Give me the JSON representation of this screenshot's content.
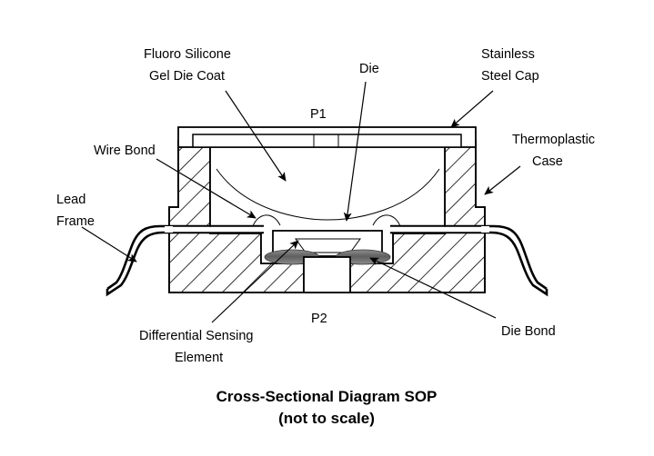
{
  "figure": {
    "title": "Cross-Sectional Diagram SOP",
    "subtitle": "(not to scale)",
    "type": "technical-cross-section-diagram",
    "background_color": "#ffffff",
    "line_color": "#000000",
    "die_bond_color": "#6e6e6e"
  },
  "callouts": {
    "fluoro_silicone": {
      "line1": "Fluoro Silicone",
      "line2": "Gel Die Coat"
    },
    "die": {
      "line1": "Die"
    },
    "stainless_steel_cap": {
      "line1": "Stainless",
      "line2": "Steel Cap"
    },
    "thermoplastic_case": {
      "line1": "Thermoplastic",
      "line2": "Case"
    },
    "wire_bond": {
      "line1": "Wire Bond"
    },
    "lead_frame": {
      "line1": "Lead",
      "line2": "Frame"
    },
    "differential_sensing_element": {
      "line1": "Differential Sensing",
      "line2": "Element"
    },
    "die_bond": {
      "line1": "Die Bond"
    }
  },
  "ports": {
    "p1": "P1",
    "p2": "P2"
  }
}
